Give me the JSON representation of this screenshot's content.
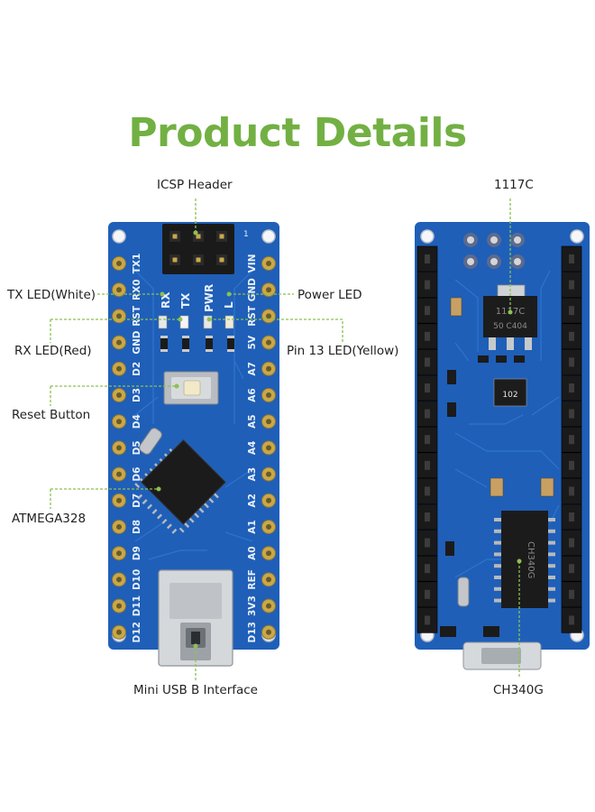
{
  "title": "Product Details",
  "colors": {
    "title": "#72B043",
    "leader": "#8CC152",
    "pcb": "#1F5FB8",
    "pcb_dark": "#164A94",
    "trace": "#2E74D0",
    "silk": "#E9F0FA",
    "header_plastic": "#1A1A1A",
    "gold": "#C9A84A",
    "chip": "#1B1B1B",
    "metal": "#C8CBCF"
  },
  "labels": {
    "icsp": "ICSP Header",
    "tx_led": "TX LED(White)",
    "power_led": "Power LED",
    "rx_led": "RX LED(Red)",
    "pin13_led": "Pin 13 LED(Yellow)",
    "reset": "Reset Button",
    "atmega": "ATMEGA328",
    "usb": "Mini USB B Interface",
    "regulator": "1117C",
    "ch340": "CH340G"
  },
  "silkscreen": {
    "left_pins": [
      "TX1",
      "RX0",
      "RST",
      "GND",
      "D2",
      "D3",
      "D4",
      "D5",
      "D6",
      "D7",
      "D8",
      "D9",
      "D10",
      "D11",
      "D12"
    ],
    "right_pins": [
      "VIN",
      "GND",
      "RST",
      "5V",
      "A7",
      "A6",
      "A5",
      "A4",
      "A3",
      "A2",
      "A1",
      "A0",
      "REF",
      "3V3",
      "D13"
    ],
    "led_marks": [
      "RX",
      "TX",
      "PWR",
      "L"
    ],
    "icsp_pin1": "1",
    "regulator_marking_1": "1117C",
    "regulator_marking_2": "50 C404",
    "resistor_marking": "102",
    "ch340_marking": "CH340G"
  }
}
